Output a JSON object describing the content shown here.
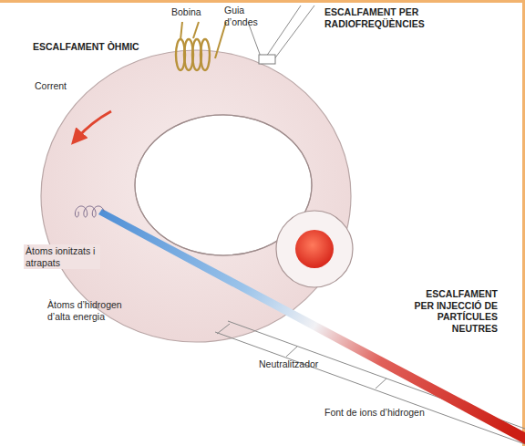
{
  "diagram": {
    "labels": [
      "Bobina",
      "Guia d’ondes",
      "ESCALFAMENT PER RADIOFREQÜÈNCIES",
      "ESCALFAMENT ÒHMIC",
      "Corrent",
      "Àtoms ionitzats i atrapats",
      "Àtoms d’hidrogen d’alta energia",
      "ESCALFAMENT PER INJECCIÓ DE PARTÍCULES NEUTRES",
      "Neutralitzador",
      "Font de ions d’hidrogen"
    ]
  }
}
